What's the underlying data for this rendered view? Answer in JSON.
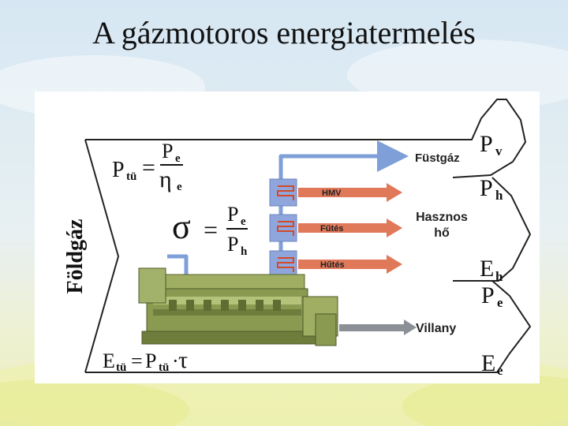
{
  "slide": {
    "title": "A gázmotoros energiatermelés"
  },
  "diagram": {
    "input_label": "Földgáz",
    "outputs": {
      "flue_gas": "Füstgáz",
      "useful_heat_line1": "Hasznos",
      "useful_heat_line2": "hő",
      "electricity": "Villany"
    },
    "heat_exchangers": [
      "HMV",
      "Fűtés",
      "Hűtés"
    ],
    "symbols": {
      "P": "P",
      "E": "E",
      "sub_tu": "tü",
      "sub_e": "e",
      "sub_h": "h",
      "sub_v": "v",
      "eq": "=",
      "dot": "·",
      "eta": "η",
      "sigma": "σ",
      "tau": "τ"
    },
    "colors": {
      "exhaust_pipe": "#7f9fd8",
      "heat_arrow": "#e0785a",
      "exchanger": "#8fa6dc",
      "coil": "#d24a2a",
      "engine": "#8a9a50",
      "electric_arrow": "#8b8f96"
    }
  }
}
